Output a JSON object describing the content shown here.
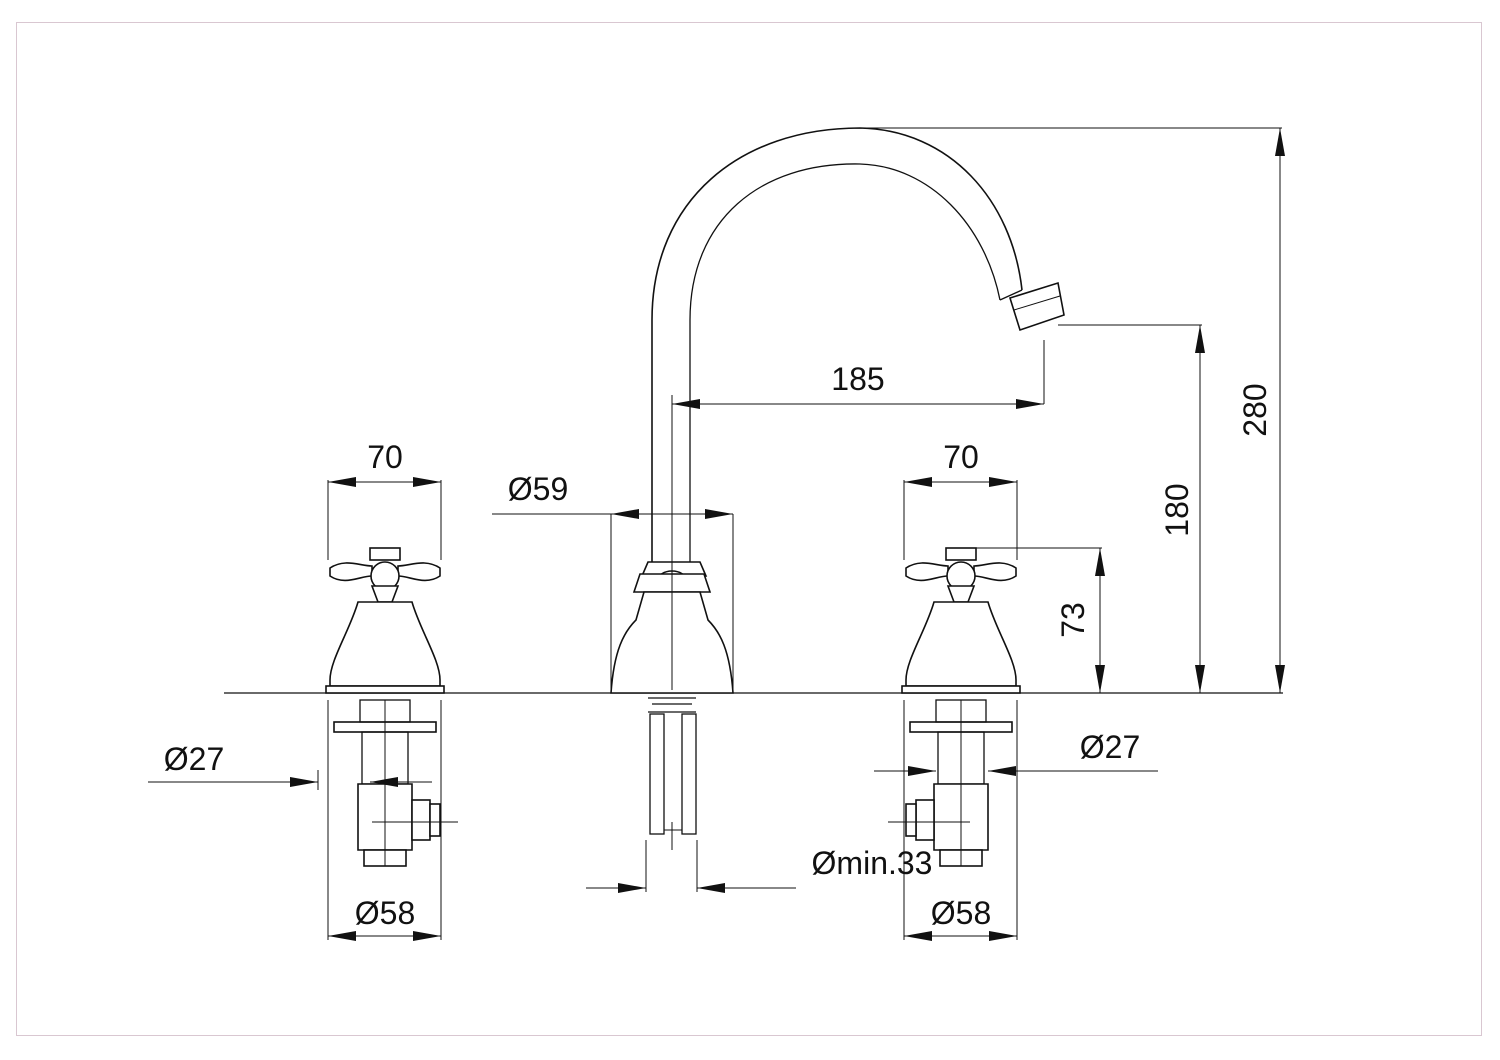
{
  "drawing": {
    "colors": {
      "line": "#111111",
      "frame": "#d9c7d1",
      "background": "#ffffff"
    },
    "dimensions": {
      "handle_width_left": "70",
      "handle_width_right": "70",
      "spout_base_diameter": "Ø59",
      "spout_reach": "185",
      "spout_outlet_height": "180",
      "overall_height": "280",
      "handle_height": "73",
      "tail_diameter_left": "Ø27",
      "tail_diameter_right": "Ø27",
      "flange_diameter_left": "Ø58",
      "flange_diameter_right": "Ø58",
      "min_hole_diameter": "Ømin.33"
    }
  }
}
